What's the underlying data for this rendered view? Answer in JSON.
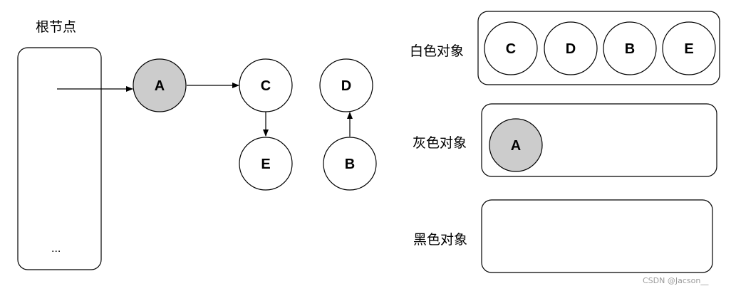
{
  "diagram": {
    "root_title": "根节点",
    "root_ellipsis": "...",
    "nodes": {
      "a": "A",
      "c": "C",
      "d": "D",
      "e": "E",
      "b": "B"
    },
    "sets": {
      "white": {
        "label": "白色对象",
        "members": [
          "C",
          "D",
          "B",
          "E"
        ]
      },
      "gray": {
        "label": "灰色对象",
        "members": [
          "A"
        ]
      },
      "black": {
        "label": "黑色对象",
        "members": []
      }
    },
    "colors": {
      "gray_fill": "#cccccc",
      "white_fill": "#ffffff",
      "stroke": "#000000"
    }
  },
  "watermark": "CSDN @Jacson__"
}
